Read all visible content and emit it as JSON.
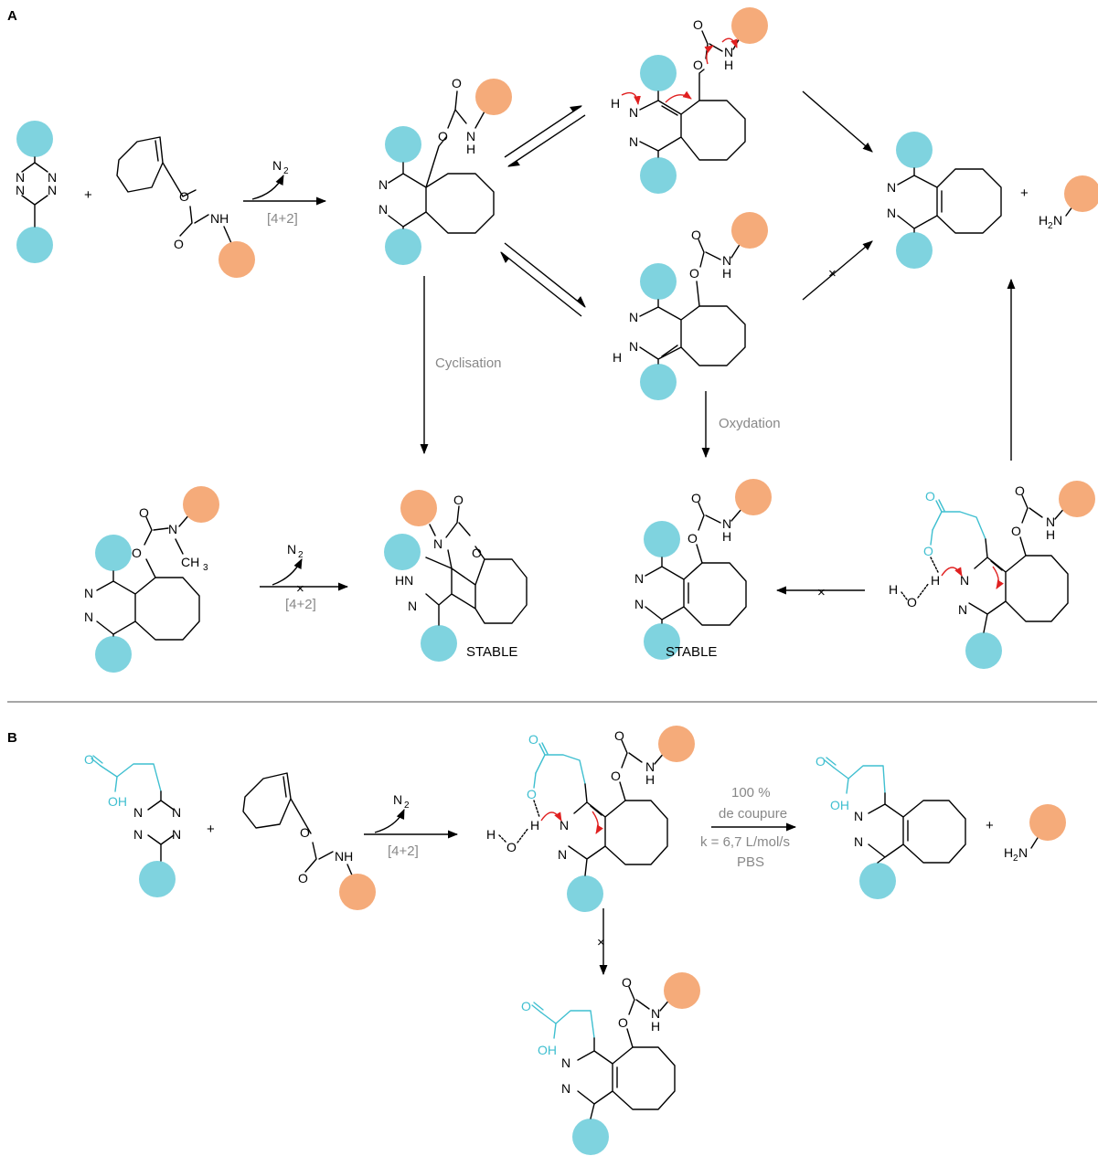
{
  "colors": {
    "cyan": "#7fd3df",
    "orange": "#f5ab7a",
    "mech": "#e02020",
    "divider": "#888888",
    "label": "#888888"
  },
  "panels": {
    "a": "A",
    "b": "B"
  },
  "atoms": {
    "N": "N",
    "O": "O",
    "H": "H",
    "HN": "HN",
    "NH": "NH",
    "H2N": "H",
    "OH": "OH",
    "CH3": "CH",
    "N2": "N",
    "two": "2",
    "three": "3",
    "plus": "+",
    "cross": "×"
  },
  "labels": {
    "da": "[4+2]",
    "cyclisation": "Cyclisation",
    "oxydation": "Oxydation",
    "stable": "STABLE",
    "cleavage_pct": "100 %",
    "cleavage_word": "de coupure",
    "rate": "k = 6,7 L/mol/s",
    "medium": "PBS"
  }
}
